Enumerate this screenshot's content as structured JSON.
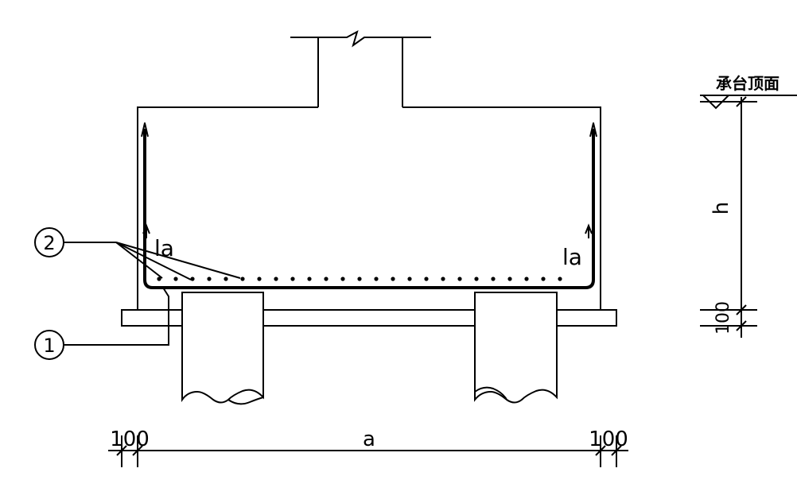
{
  "labels": {
    "la_left": "la",
    "la_right": "la",
    "callout_2": "2",
    "callout_1": "1",
    "top_of_cap": "承台顶面",
    "height_h": "h",
    "dim_100_side": "100",
    "dim_100_left": "100",
    "dim_100_right": "100",
    "dim_a": "a"
  },
  "colors": {
    "line": "#000000",
    "background": "#ffffff"
  }
}
